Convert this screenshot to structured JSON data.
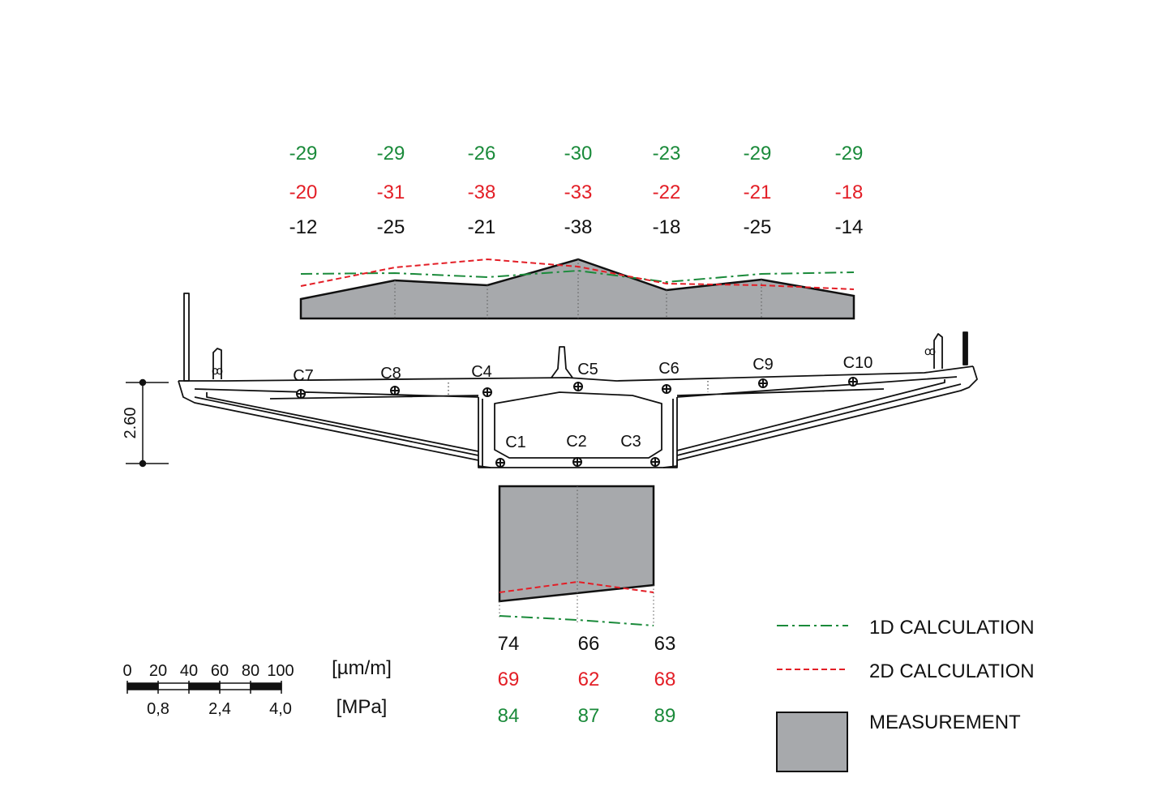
{
  "colors": {
    "calc_1d": "#1a8a3a",
    "calc_2d": "#e31e26",
    "measurement": "#a7a9ac",
    "ink": "#111111"
  },
  "deck_values": {
    "calc_1d": [
      "-29",
      "-29",
      "-26",
      "-30",
      "-23",
      "-29",
      "-29"
    ],
    "calc_2d": [
      "-20",
      "-31",
      "-38",
      "-33",
      "-22",
      "-21",
      "-18"
    ],
    "measurement": [
      "-12",
      "-25",
      "-21",
      "-38",
      "-18",
      "-25",
      "-14"
    ]
  },
  "bottom_values": {
    "measurement": [
      "74",
      "66",
      "63"
    ],
    "calc_2d": [
      "69",
      "62",
      "68"
    ],
    "calc_1d": [
      "84",
      "87",
      "89"
    ]
  },
  "gauges": {
    "deck": [
      "C7",
      "C8",
      "C4",
      "C5",
      "C6",
      "C9",
      "C10"
    ],
    "bottom": [
      "C1",
      "C2",
      "C3"
    ]
  },
  "dimension": "2.60",
  "legend": {
    "calc_1d": "1D CALCULATION",
    "calc_2d": "2D CALCULATION",
    "measurement": "MEASUREMENT"
  },
  "scale": {
    "top_ticks": [
      "0",
      "20",
      "40",
      "60",
      "80",
      "100"
    ],
    "bottom_ticks": [
      "0,8",
      "2,4",
      "4,0"
    ],
    "unit_strain": "[µm/m]",
    "unit_stress": "[MPa]"
  }
}
